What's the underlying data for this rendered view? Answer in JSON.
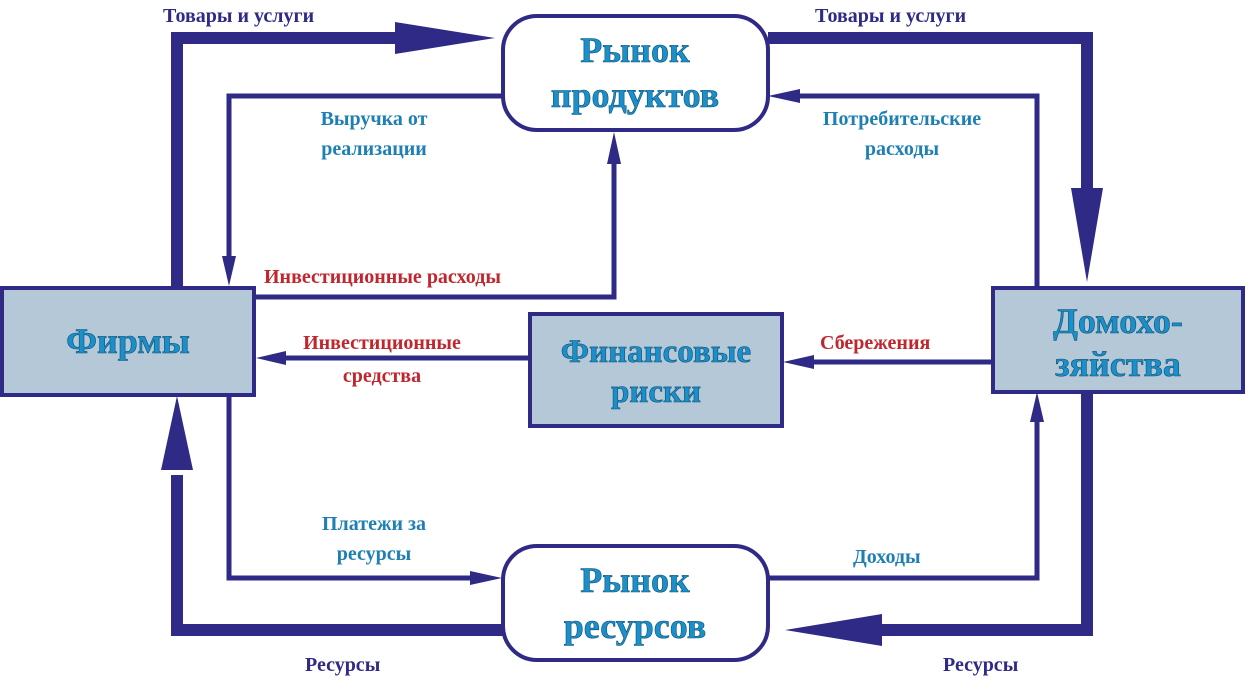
{
  "nodes": {
    "product_market": {
      "line1": "Рынок",
      "line2": "продуктов"
    },
    "resource_market": {
      "line1": "Рынок",
      "line2": "ресурсов"
    },
    "firms": {
      "label": "Фирмы"
    },
    "households": {
      "line1": "Домохо-",
      "line2": "зяйства"
    },
    "financial": {
      "line1": "Финансовые",
      "line2": "риски"
    }
  },
  "flows": {
    "goods_left": "Товары и услуги",
    "goods_right": "Товары и услуги",
    "revenue": {
      "line1": "Выручка от",
      "line2": "реализации"
    },
    "consumer_spending": {
      "line1": "Потребительские",
      "line2": "расходы"
    },
    "investment_spending": "Инвестиционные расходы",
    "investment_funds": {
      "line1": "Инвестиционные",
      "line2": "средства"
    },
    "savings": "Сбережения",
    "resource_payments": {
      "line1": "Платежи за",
      "line2": "ресурсы"
    },
    "income": "Доходы",
    "resources_left": "Ресурсы",
    "resources_right": "Ресурсы"
  },
  "colors": {
    "arrow_navy": "#2e2a85",
    "node_fill": "#b4c8d8",
    "node_text": "#1a8fc9",
    "label_blue": "#1e7fb5",
    "label_navy": "#2e2a85",
    "label_red": "#c0262d"
  }
}
